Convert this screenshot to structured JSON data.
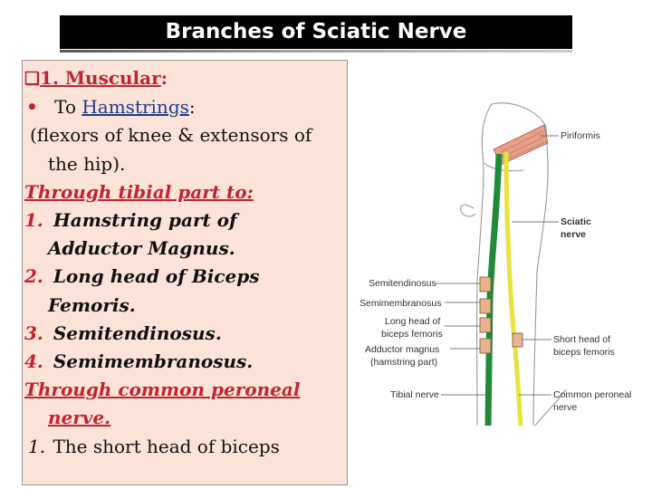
{
  "title": "Branches of Sciatic Nerve",
  "text": {
    "section": "1. Muscular",
    "section_colon": ":",
    "hamstrings_prefix": "To ",
    "hamstrings_word": "Hamstrings",
    "hamstrings_colon": ":",
    "paren_line1": "(flexors of knee & extensors of",
    "paren_line2": "the hip).",
    "tibial_heading": "Through tibial  part to:",
    "tibial_items": [
      {
        "num": "1.",
        "text1": "Hamstring part of",
        "text2": "Adductor Magnus."
      },
      {
        "num": "2.",
        "text1": "Long head of Biceps",
        "text2": "Femoris."
      },
      {
        "num": "3.",
        "text1": "Semitendinosus."
      },
      {
        "num": "4.",
        "text1": "Semimembranosus."
      }
    ],
    "peroneal_heading1": "Through common peroneal",
    "peroneal_heading2": "nerve.",
    "peroneal_item_num": "1.",
    "peroneal_item_text": "The short head of biceps"
  },
  "diagram": {
    "labels": {
      "piriformis": "Piriformis",
      "sciatic_1": "Sciatic",
      "sciatic_2": "nerve",
      "semitendinosus": "Semitendinosus",
      "semimembranosus": "Semimembranosus",
      "long_head_1": "Long head of",
      "long_head_2": "biceps femoris",
      "adductor_1": "Adductor magnus",
      "adductor_2": "(hamstring part)",
      "short_head_1": "Short head of",
      "short_head_2": "biceps femoris",
      "tibial": "Tibial nerve",
      "peroneal_1": "Common peroneal",
      "peroneal_2": "nerve"
    },
    "colors": {
      "tibial_nerve": "#1f8a3a",
      "peroneal_nerve": "#e8e23a",
      "muscle_box": "#e7b48d",
      "piriformis": "#e6a08a"
    }
  }
}
